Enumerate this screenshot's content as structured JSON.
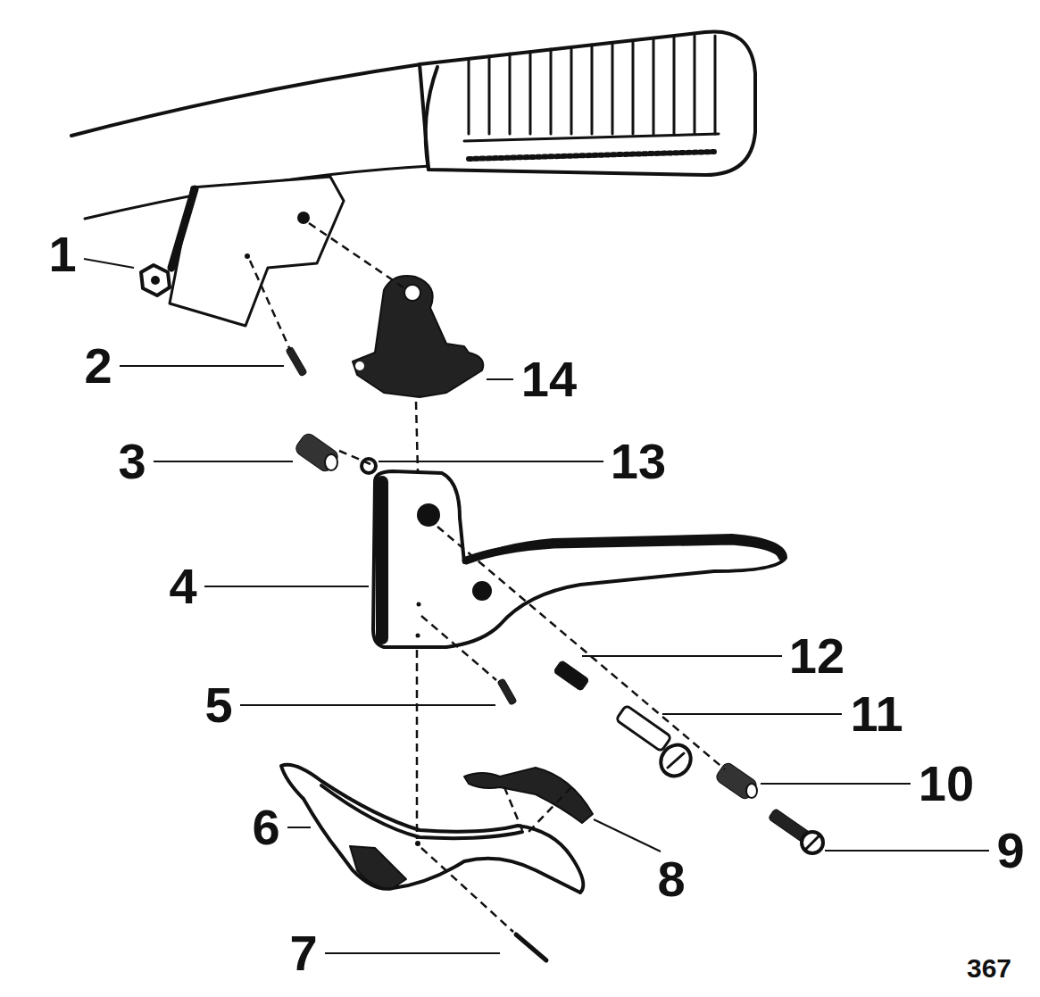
{
  "diagram": {
    "labels": [
      "1",
      "2",
      "14",
      "3",
      "13",
      "4",
      "12",
      "5",
      "11",
      "10",
      "6",
      "9",
      "8",
      "7",
      "367"
    ]
  }
}
